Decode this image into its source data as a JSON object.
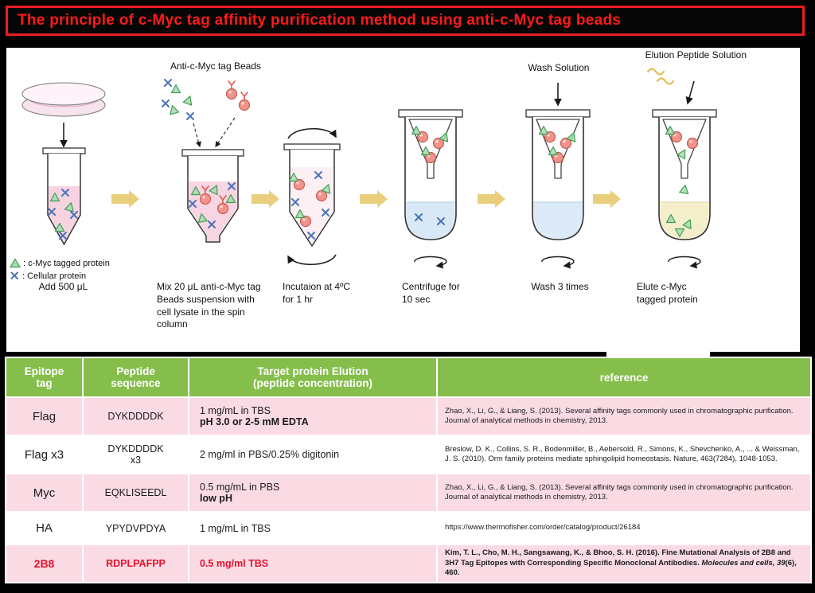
{
  "title": "The principle of c-Myc tag affinity purification method using anti-c-Myc tag beads",
  "colors": {
    "title_red": "#ff1a1a",
    "header_green": "#85be4b",
    "row_pink": "#fadbe3",
    "highlight_red": "#e8112d",
    "step_arrow_gold": "#e9ce7d"
  },
  "diagram": {
    "anti_myc_beads_label": "Anti-c-Myc tag Beads",
    "wash_solution_label": "Wash Solution",
    "elution_peptide_label": "Elution Peptide Solution",
    "legend_tagged": ": c-Myc tagged protein",
    "legend_cellular": ": Cellular protein",
    "steps": [
      {
        "label": "Add 500 μL"
      },
      {
        "label": "Mix 20 μL anti-c-Myc tag Beads suspension with cell lysate in the spin column"
      },
      {
        "label": "Incutaion at 4ºC for 1 hr"
      },
      {
        "label": "Centrifuge for 10 sec"
      },
      {
        "label": "Wash 3 times"
      },
      {
        "label": "Elute c-Myc tagged protein"
      }
    ]
  },
  "table": {
    "headers": {
      "col1": "Epitope tag",
      "col2": "Peptide sequence",
      "col3_line1": "Target protein Elution",
      "col3_line2": "(peptide concentration)",
      "col4": "reference"
    },
    "rows": [
      {
        "tag": "Flag",
        "peptide": "DYKDDDDK",
        "peptide2": "",
        "elution1": "1 mg/mL in TBS",
        "elution2": "pH 3.0 or 2-5 mM EDTA",
        "ref": "Zhao, X., Li, G., & Liang, S. (2013). Several affinity tags commonly used in chromatographic purification. Journal of analytical methods in chemistry, 2013."
      },
      {
        "tag": "Flag x3",
        "peptide": "DYKDDDDK",
        "peptide2": "x3",
        "elution1": "2 mg/ml in PBS/0.25% digitonin",
        "elution2": "",
        "ref": "Breslow, D. K., Collins, S. R., Bodenmiller, B., Aebersold, R., Simons, K., Shevchenko, A., ... & Weissman, J. S. (2010). Orm family proteins mediate sphingolipid homeostasis. Nature, 463(7284), 1048-1053."
      },
      {
        "tag": "Myc",
        "peptide": "EQKLISEEDL",
        "peptide2": "",
        "elution1": "0.5 mg/mL in PBS",
        "elution2": "low pH",
        "ref": "Zhao, X., Li, G., & Liang, S. (2013). Several affinity tags commonly used in chromatographic purification. Journal of analytical methods in chemistry, 2013."
      },
      {
        "tag": "HA",
        "peptide": "YPYDVPDYA",
        "peptide2": "",
        "elution1": "1 mg/mL in TBS",
        "elution2": "",
        "ref": "https://www.thermofisher.com/order/catalog/product/26184"
      },
      {
        "tag": "2B8",
        "peptide": "RDPLPAFPP",
        "peptide2": "",
        "elution1": "0.5 mg/ml TBS",
        "elution2": "",
        "ref_pre": "Kim, T. L., Cho, M. H., Sangsawang, K., & Bhoo, S. H. (2016). Fine Mutational Analysis of 2B8 and 3H7 Tag Epitopes with Corresponding Specific Monoclonal Antibodies. ",
        "ref_italic": "Molecules and cells, 39",
        "ref_post": "(6), 460."
      }
    ]
  }
}
